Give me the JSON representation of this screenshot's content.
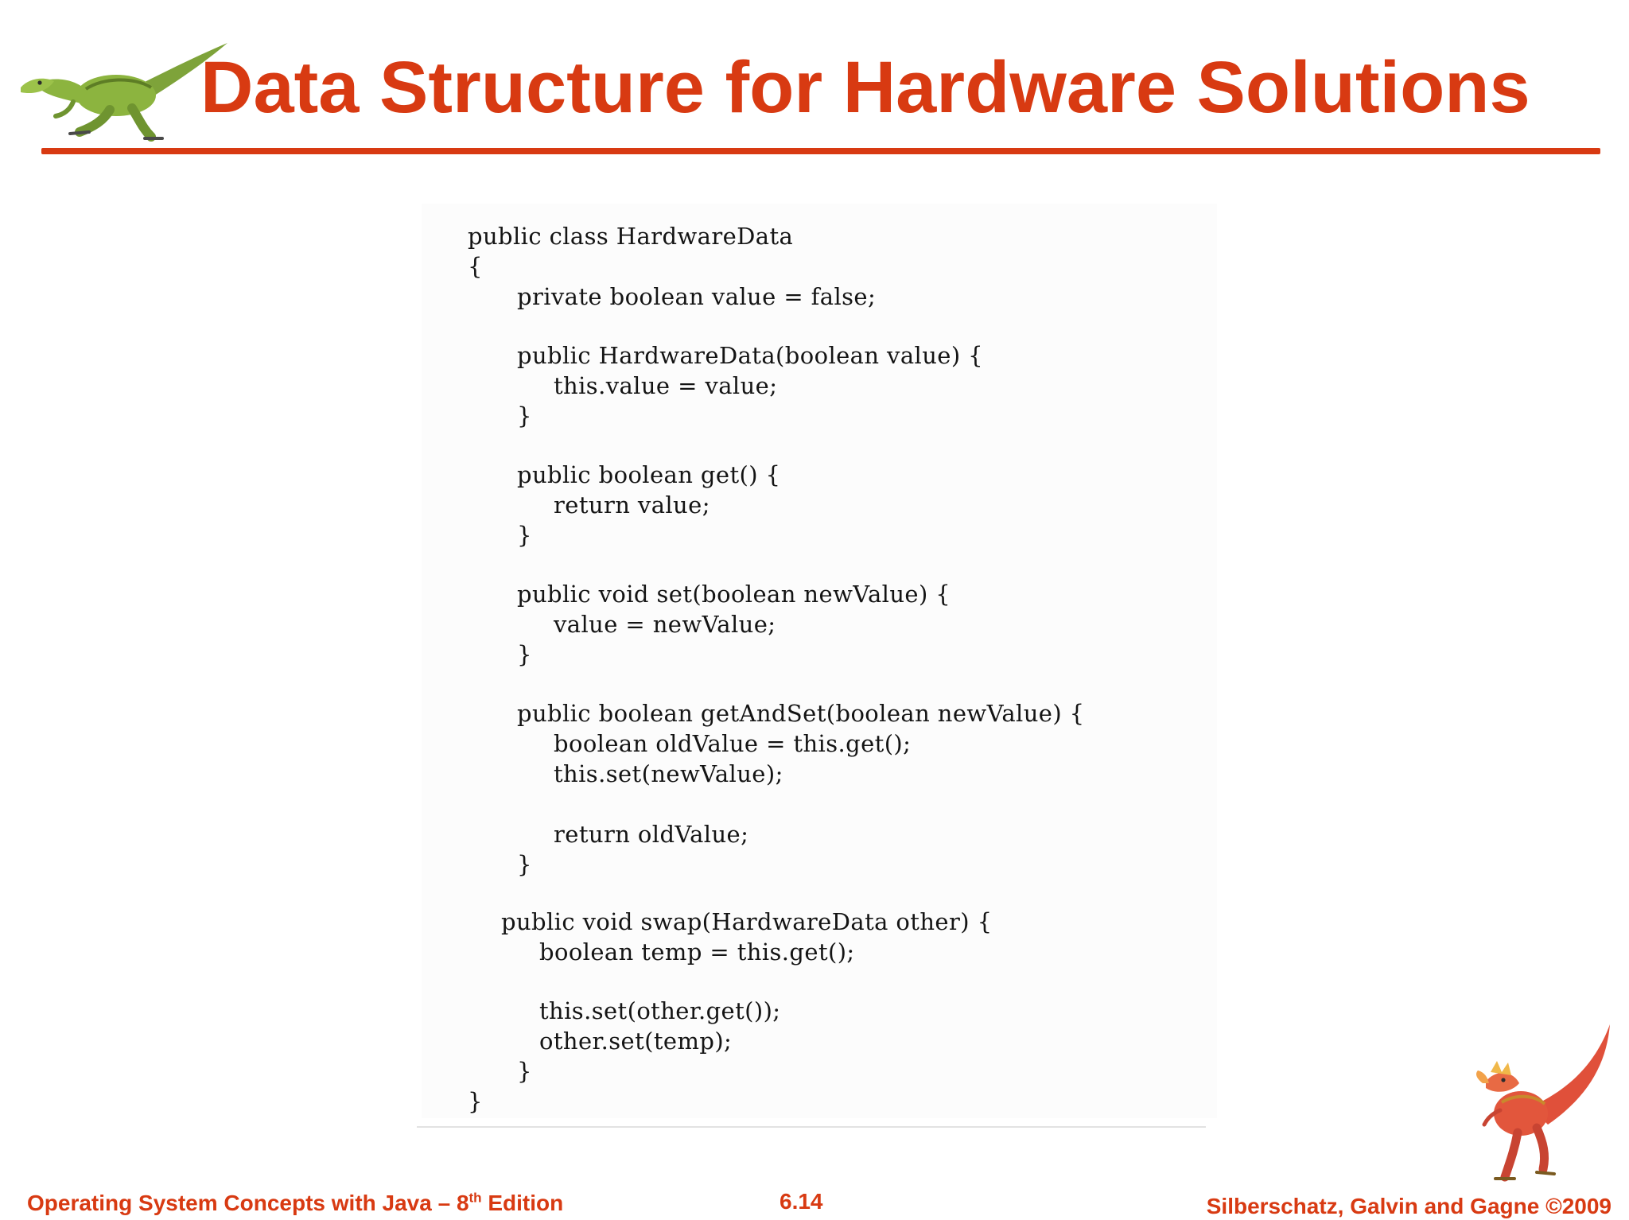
{
  "slide": {
    "title": "Data Structure for Hardware Solutions",
    "accent_color": "#d83a12"
  },
  "code": {
    "lines": [
      "public class HardwareData",
      "{",
      "private boolean value = false;",
      "public HardwareData(boolean value) {",
      "this.value = value;",
      "}",
      "public boolean get() {",
      "return value;",
      "}",
      "public void set(boolean newValue) {",
      "value = newValue;",
      "}",
      "public boolean getAndSet(boolean newValue) {",
      "boolean oldValue = this.get();",
      "this.set(newValue);",
      "return oldValue;",
      "}",
      "public void swap(HardwareData other) {",
      "boolean temp = this.get();",
      "this.set(other.get());",
      "other.set(temp);",
      "}",
      "}"
    ]
  },
  "footer": {
    "book_title": "Operating System Concepts with Java – 8",
    "edition_suffix": "th",
    "edition_word": " Edition",
    "page_number": "6.14",
    "copyright": "Silberschatz, Galvin and Gagne ©2009"
  },
  "icons": {
    "top_left": "green-dinosaur-icon",
    "bottom_right": "red-dinosaur-icon"
  }
}
